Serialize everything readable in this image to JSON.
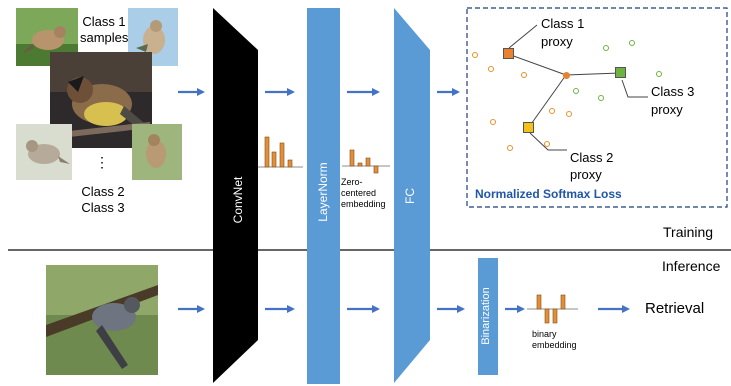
{
  "samples": {
    "class1_label": "Class 1",
    "class1_sub": "samples",
    "ellipsis": "⋮",
    "class2_label": "Class 2",
    "class3_label": "Class 3"
  },
  "stages": {
    "convnet": "ConvNet",
    "layernorm": "LayerNorm",
    "fc": "FC",
    "binarization": "Binarization"
  },
  "embeddings": {
    "zero_centered": [
      "Zero-",
      "centered",
      "embedding"
    ],
    "binary": [
      "binary",
      "embedding"
    ]
  },
  "loss_panel": {
    "class1": [
      "Class 1",
      "proxy"
    ],
    "class2": [
      "Class 2",
      "proxy"
    ],
    "class3": [
      "Class 3",
      "proxy"
    ],
    "loss_name": "Normalized Softmax Loss"
  },
  "sections": {
    "training": "Training",
    "inference": "Inference",
    "retrieval": "Retrieval"
  },
  "colors": {
    "arrow": "#4472C4",
    "layer_blue": "#5B9BD5",
    "convnet": "#000000",
    "bar_fill": "#E0903A",
    "proxy_class1": "#E9812F",
    "proxy_class2": "#F2C21B",
    "proxy_class3": "#6DB33F",
    "center": "#E9812F",
    "loss_title": "#1F56A8"
  },
  "icons": [
    "bird-photo"
  ]
}
